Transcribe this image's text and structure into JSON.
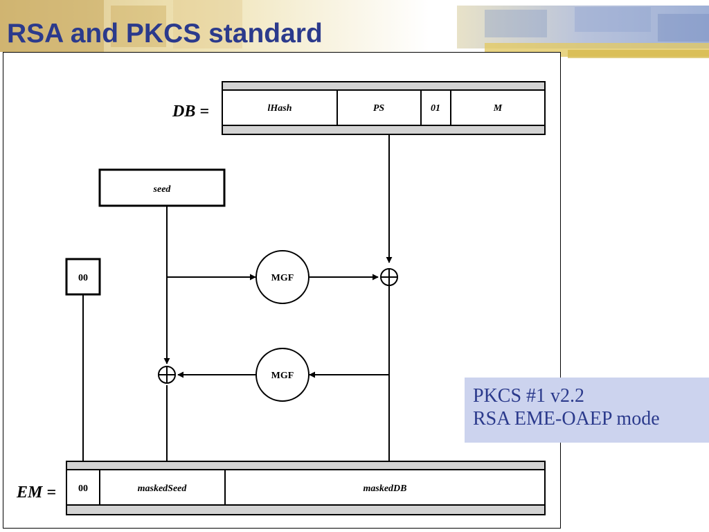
{
  "slide": {
    "title": "RSA and PKCS standard",
    "title_color": "#2b3a8c",
    "caption_background": "#ccd3ee"
  },
  "diagram": {
    "db_label": "DB =",
    "db_fields": [
      "lHash",
      "PS",
      "01",
      "M"
    ],
    "seed_label": "seed",
    "zero_byte_label": "00",
    "mgf_top_label": "MGF",
    "mgf_bottom_label": "MGF",
    "em_label": "EM =",
    "em_fields": [
      "00",
      "maskedSeed",
      "maskedDB"
    ],
    "xor_icon": "circled-plus-icon"
  },
  "caption": {
    "line1": "PKCS #1 v2.2",
    "line2": "RSA EME-OAEP mode"
  }
}
